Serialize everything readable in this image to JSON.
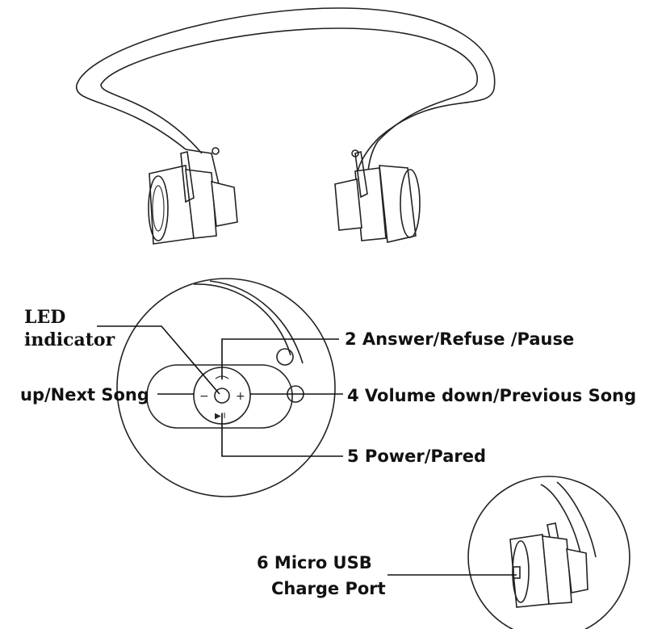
{
  "labels": {
    "led_line1": "LED",
    "led_line2": "indicator",
    "next_song": "up/Next Song",
    "answer": "2 Answer/Refuse /Pause",
    "volume_down": "4 Volume down/Previous Song",
    "power": "5 Power/Pared",
    "usb_line1": "6 Micro USB",
    "usb_line2": "Charge Port"
  }
}
